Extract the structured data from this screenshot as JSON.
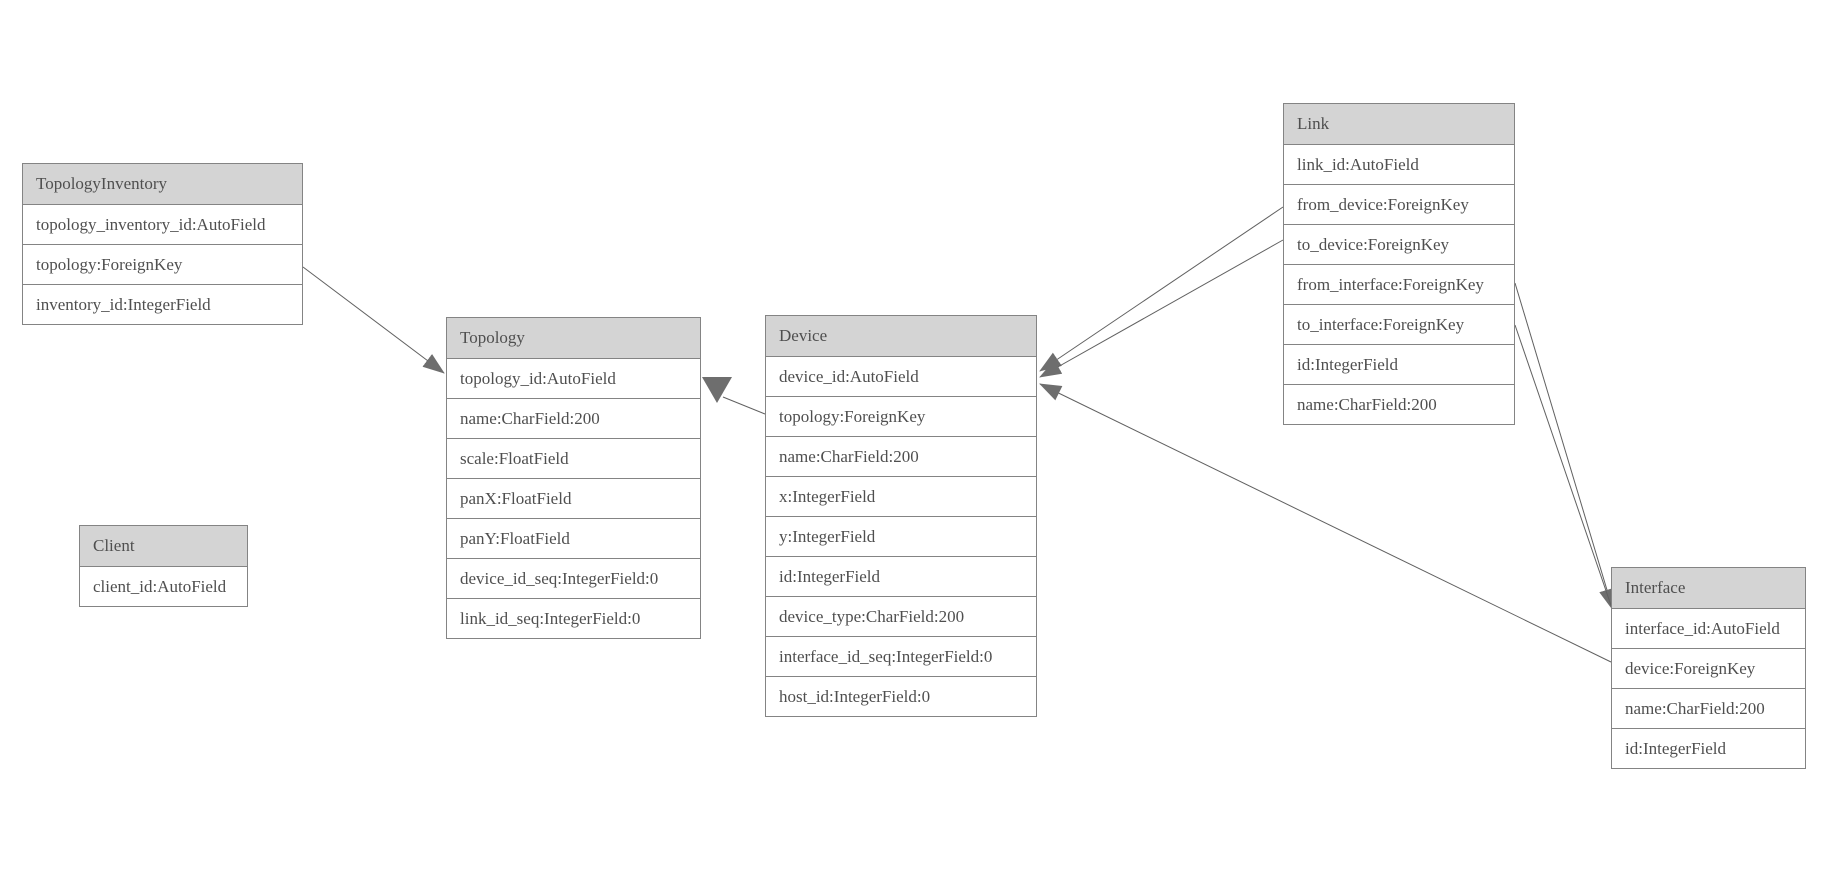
{
  "diagram_type": "entity-relationship",
  "entities": {
    "topology_inventory": {
      "title": "TopologyInventory",
      "fields": [
        "topology_inventory_id:AutoField",
        "topology:ForeignKey",
        "inventory_id:IntegerField"
      ]
    },
    "topology": {
      "title": "Topology",
      "fields": [
        "topology_id:AutoField",
        "name:CharField:200",
        "scale:FloatField",
        "panX:FloatField",
        "panY:FloatField",
        "device_id_seq:IntegerField:0",
        "link_id_seq:IntegerField:0"
      ]
    },
    "client": {
      "title": "Client",
      "fields": [
        "client_id:AutoField"
      ]
    },
    "device": {
      "title": "Device",
      "fields": [
        "device_id:AutoField",
        "topology:ForeignKey",
        "name:CharField:200",
        "x:IntegerField",
        "y:IntegerField",
        "id:IntegerField",
        "device_type:CharField:200",
        "interface_id_seq:IntegerField:0",
        "host_id:IntegerField:0"
      ]
    },
    "link": {
      "title": "Link",
      "fields": [
        "link_id:AutoField",
        "from_device:ForeignKey",
        "to_device:ForeignKey",
        "from_interface:ForeignKey",
        "to_interface:ForeignKey",
        "id:IntegerField",
        "name:CharField:200"
      ]
    },
    "interface": {
      "title": "Interface",
      "fields": [
        "interface_id:AutoField",
        "device:ForeignKey",
        "name:CharField:200",
        "id:IntegerField"
      ]
    }
  },
  "connections": [
    {
      "from": "TopologyInventory.topology",
      "to": "Topology.topology_id"
    },
    {
      "from": "Device.topology",
      "to": "Topology.topology_id"
    },
    {
      "from": "Link.from_device",
      "to": "Device.device_id"
    },
    {
      "from": "Link.to_device",
      "to": "Device.device_id"
    },
    {
      "from": "Interface.device",
      "to": "Device.device_id"
    },
    {
      "from": "Link.from_interface",
      "to": "Interface.interface_id"
    },
    {
      "from": "Link.to_interface",
      "to": "Interface.interface_id"
    }
  ],
  "colors": {
    "header_bg": "#d4d4d4",
    "row_bg": "#ffffff",
    "border": "#848484",
    "text": "#4f4f4f",
    "line": "#606060",
    "arrow": "#6e6e6e"
  }
}
